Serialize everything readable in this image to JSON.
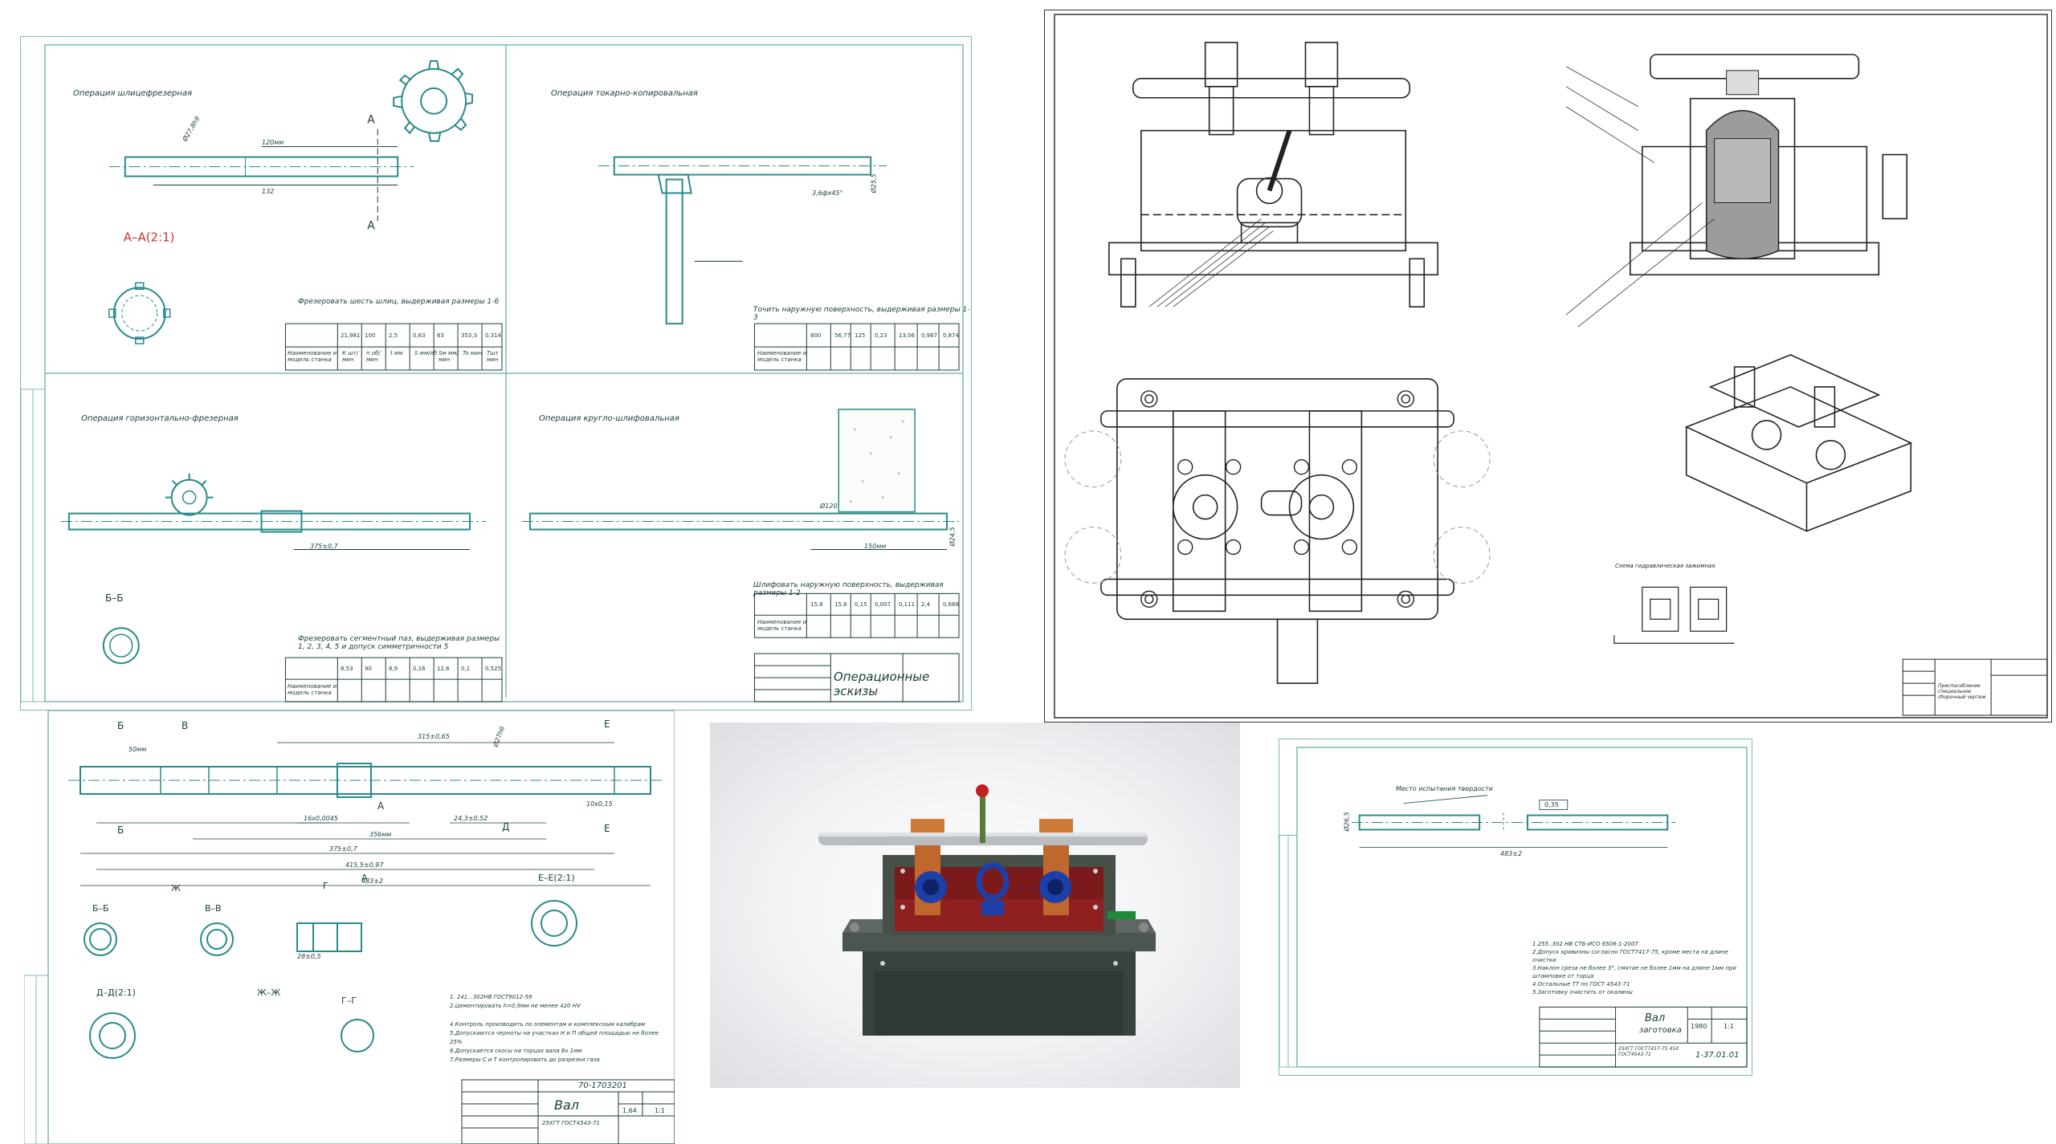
{
  "sheet1": {
    "op1_title": "Операция шлицефрезерная",
    "op2_title": "Операция токарно-копировальная",
    "op3_title": "Операция горизонтально-фрезерная",
    "op4_title": "Операция круглo-шлифовальная",
    "section_aa": "А–А(2:1)",
    "section_bb": "Б–Б",
    "note1": "Фрезеровать шесть шлиц, выдерживая размеры 1-6",
    "note2": "Точить наружную поверхность, выдерживая размеры 1-3",
    "note3": "Фрезеровать сегментный паз, выдерживая размеры 1, 2, 3, 4, 5 и допуск симметричности 5",
    "note4": "Шлифовать наружную поверхность, выдерживая размеры 1-2",
    "title": "Операционные эскизы",
    "dims": [
      "120мм",
      "132",
      "Ø27,8h9",
      "3,6фх45°",
      "Ø25,5",
      "Ø120",
      "375±0,7",
      "150мм",
      "Ø24,5"
    ],
    "table_headers": [
      "Наименование и модель станка",
      "К шт/мин",
      "n об/мин",
      "t мм",
      "S мм/об",
      "Sм мм/мин",
      "To мин",
      "Тшт мин"
    ],
    "table1": [
      "21,981",
      "100",
      "2,5",
      "0,63",
      "63",
      "353,3",
      "0,314"
    ],
    "table2": [
      "800",
      "56,77",
      "125",
      "0,23",
      "13,06",
      "0,967",
      "0,874"
    ],
    "table3": [
      "8,53",
      "90",
      "8,9",
      "0,16",
      "12,6",
      "0,1",
      "0,525"
    ],
    "table4": [
      "15,8",
      "15,8",
      "0,15",
      "0,007",
      "0,111",
      "2,4",
      "0,668"
    ]
  },
  "sheet2": {
    "labels": [
      "Б",
      "В",
      "Е",
      "Б",
      "Е",
      "А",
      "Д",
      "Б–Б",
      "В–В",
      "Г",
      "А",
      "Е–Е(2:1)",
      "Д–Д(2:1)",
      "Ж–Ж",
      "Г–Г",
      "Ж"
    ],
    "dims": [
      "315±0,65",
      "Ø27h6",
      "50мм",
      "356мм",
      "375±0,7",
      "415,5±0,97",
      "483±2",
      "16х0,0045",
      "24,3±0,52",
      "28±0,5",
      "10х0,15"
    ],
    "notes": [
      "1. 241...302НВ ГОСТ9012-59",
      "2.Цементировать h=0,9мм не менее 420 НV",
      "4.Контроль производить по элементам и комплексным калибрам",
      "5.Допускаются черноты на участках Н и П общей площадью не более 25%",
      "6.Допускается скосы на торцах вала 8х 1мм",
      "7.Размеры С и Т контролировать до разрезки газа"
    ],
    "doc_no": "70-1703201",
    "title": "Вал",
    "material": "25ХГТ ГОСТ4543-71",
    "mass": "1,64",
    "scale": "1:1"
  },
  "sheet3": {
    "section_title": "Схема гидравлическая зажимная",
    "title_block": "Приспособление специальное сборочный чертеж"
  },
  "sheet4": {
    "hardness_note": "Место испытания твердости",
    "dim_length": "483±2",
    "dim_dia": "Ø26,5",
    "dim_tol": "0,35",
    "notes": [
      "1.255..302 НВ СТБ-ИСО 6506-1-2007",
      "2.Допуск кривизны согласно ГОСТ7417-75, кроме места на длине очистки",
      "3.Наклон среза не более 3°, смятие не более 1мм на длине 1мм при штамповке от торца",
      "4.Остальные ТТ по ГОСТ 4543-71",
      "5.Заготовку очистить от окалины"
    ],
    "title": "Вал",
    "subtitle": "заготовка",
    "material": "25ХГТ ГОСТ7417-75 45Х ГОСТ4543-71",
    "doc_no": "1-37.01.01",
    "mass": "1980",
    "scale": "1:1"
  }
}
